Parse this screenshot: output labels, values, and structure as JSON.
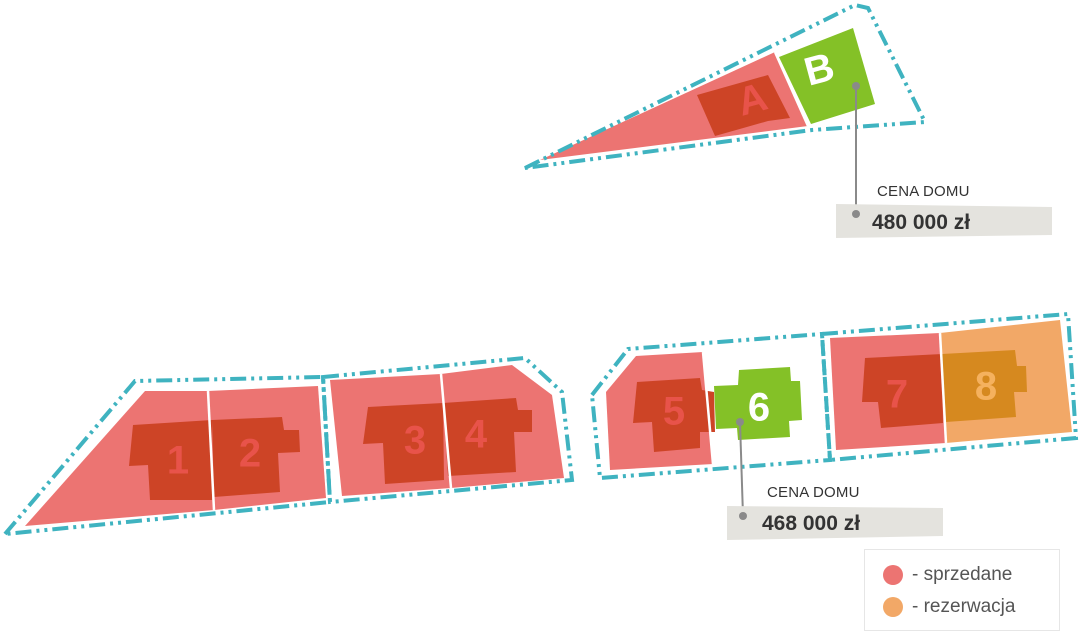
{
  "lots": {
    "a": {
      "label": "A",
      "status": "sold"
    },
    "b": {
      "label": "B",
      "status": "available"
    },
    "l1": {
      "label": "1",
      "status": "sold"
    },
    "l2": {
      "label": "2",
      "status": "sold"
    },
    "l3": {
      "label": "3",
      "status": "sold"
    },
    "l4": {
      "label": "4",
      "status": "sold"
    },
    "l5": {
      "label": "5",
      "status": "sold"
    },
    "l6": {
      "label": "6",
      "status": "available"
    },
    "l7": {
      "label": "7",
      "status": "sold"
    },
    "l8": {
      "label": "8",
      "status": "reserved"
    }
  },
  "price_tags": {
    "b": {
      "caption": "CENA DOMU",
      "value": "480 000 zł"
    },
    "l6": {
      "caption": "CENA DOMU",
      "value": "468 000 zł"
    }
  },
  "legend": {
    "items": [
      {
        "label": "- sprzedane",
        "color": "#ec7472"
      },
      {
        "label": "- rezerwacja",
        "color": "#f2a867"
      }
    ]
  },
  "colors": {
    "sold_plot": "#ec7472",
    "reserved_plot": "#f2a867",
    "available_house": "#84c127",
    "boundary": "#3fb3c0"
  }
}
